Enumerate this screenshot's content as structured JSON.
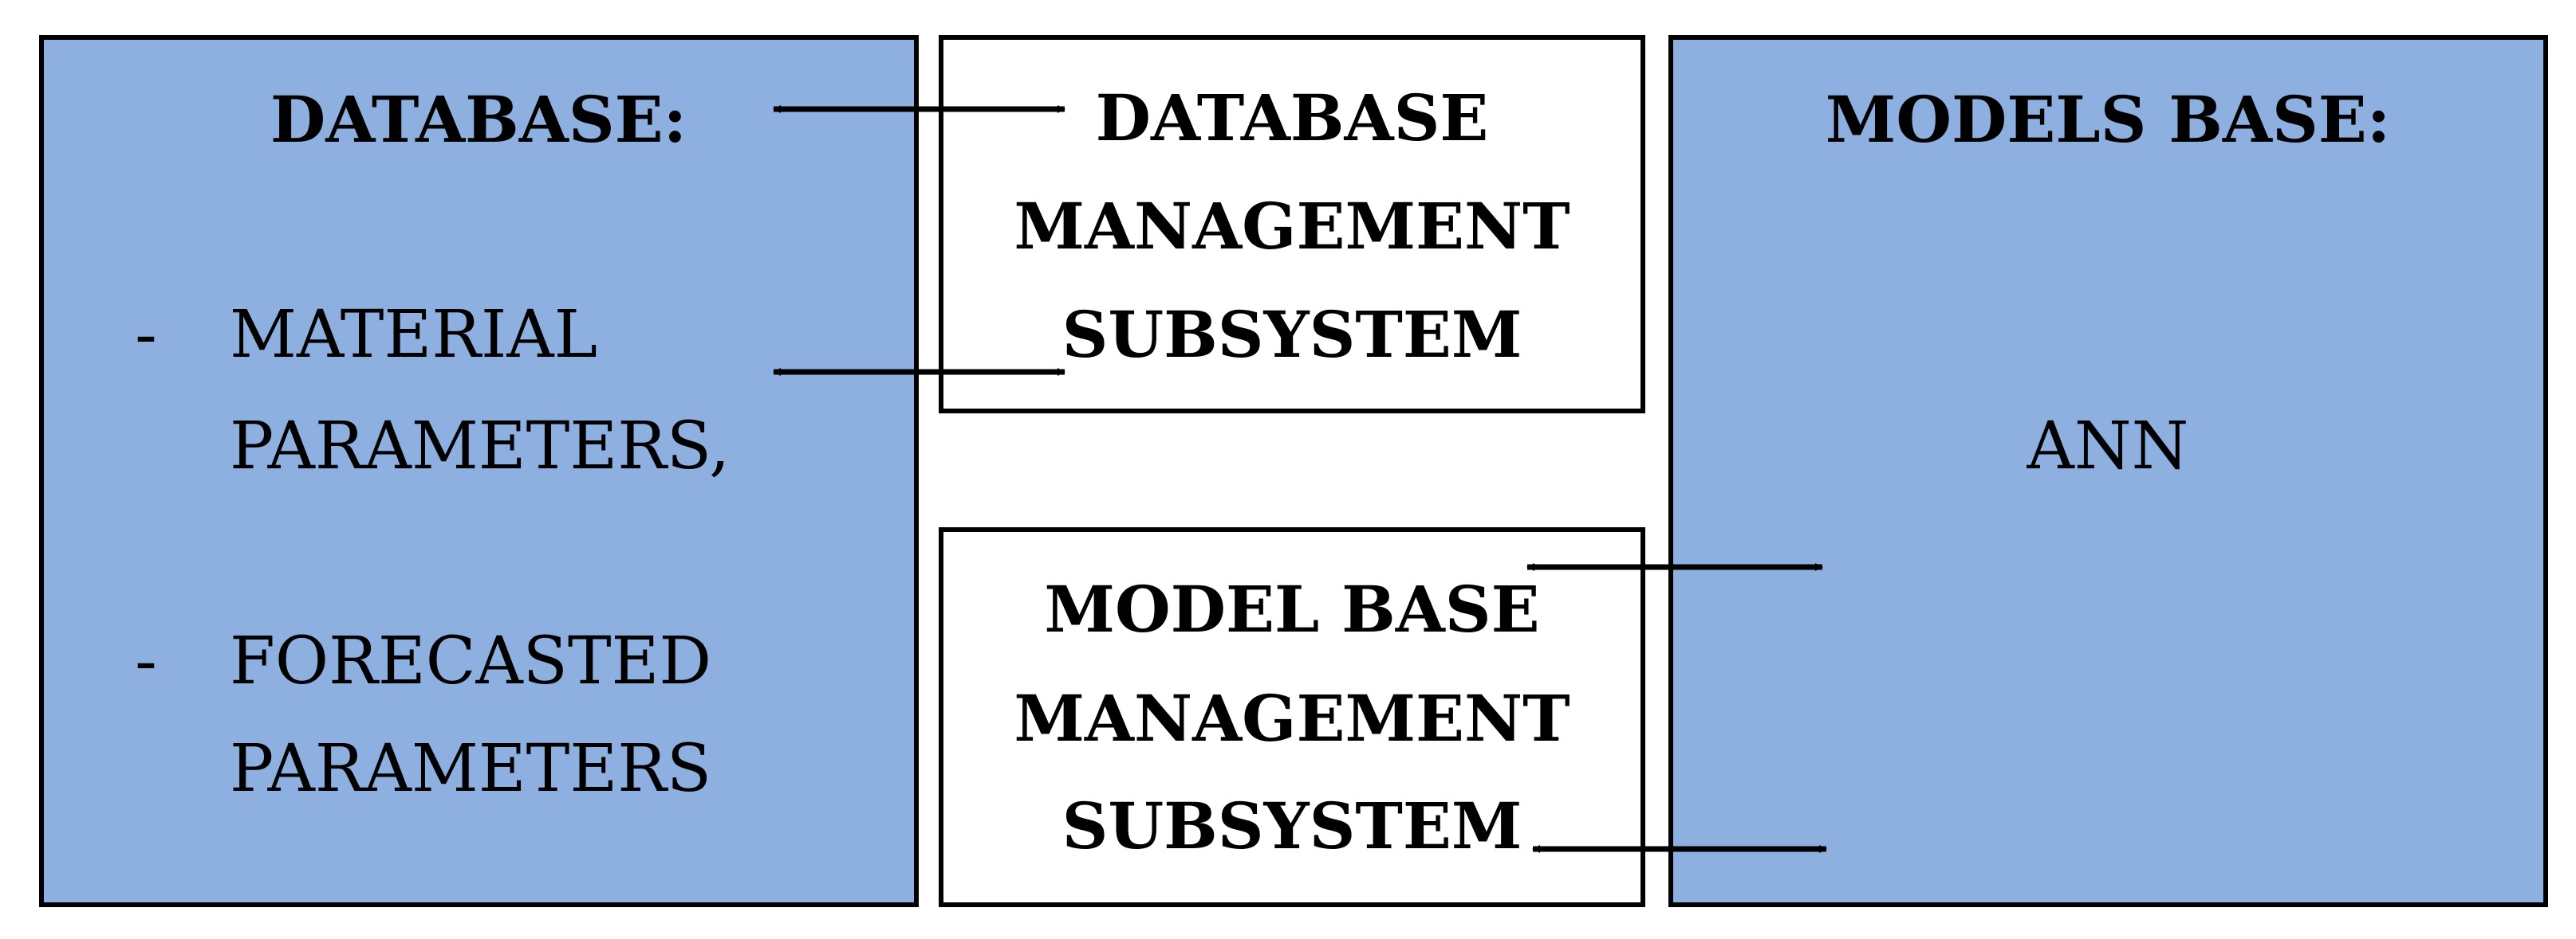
{
  "colors": {
    "blue_fill": "#8db0e1",
    "white_fill": "#ffffff",
    "stroke": "#000000"
  },
  "database": {
    "title": "DATABASE:",
    "items": [
      {
        "bullet": "-",
        "line1": "MATERIAL",
        "line2": "PARAMETERS,"
      },
      {
        "bullet": "-",
        "line1": "FORECASTED",
        "line2": "PARAMETERS"
      }
    ]
  },
  "dbms": {
    "lines": [
      "DATABASE",
      "MANAGEMENT",
      "SUBSYSTEM"
    ]
  },
  "mbms": {
    "lines": [
      "MODEL BASE",
      "MANAGEMENT",
      "SUBSYSTEM"
    ]
  },
  "models_base": {
    "title": "MODELS BASE:",
    "item": "ANN"
  },
  "arrows": [
    {
      "from": "database",
      "to": "dbms",
      "direction": "both"
    },
    {
      "from": "database",
      "to": "dbms",
      "direction": "both"
    },
    {
      "from": "mbms",
      "to": "models_base",
      "direction": "both"
    },
    {
      "from": "mbms",
      "to": "models_base",
      "direction": "both"
    }
  ]
}
